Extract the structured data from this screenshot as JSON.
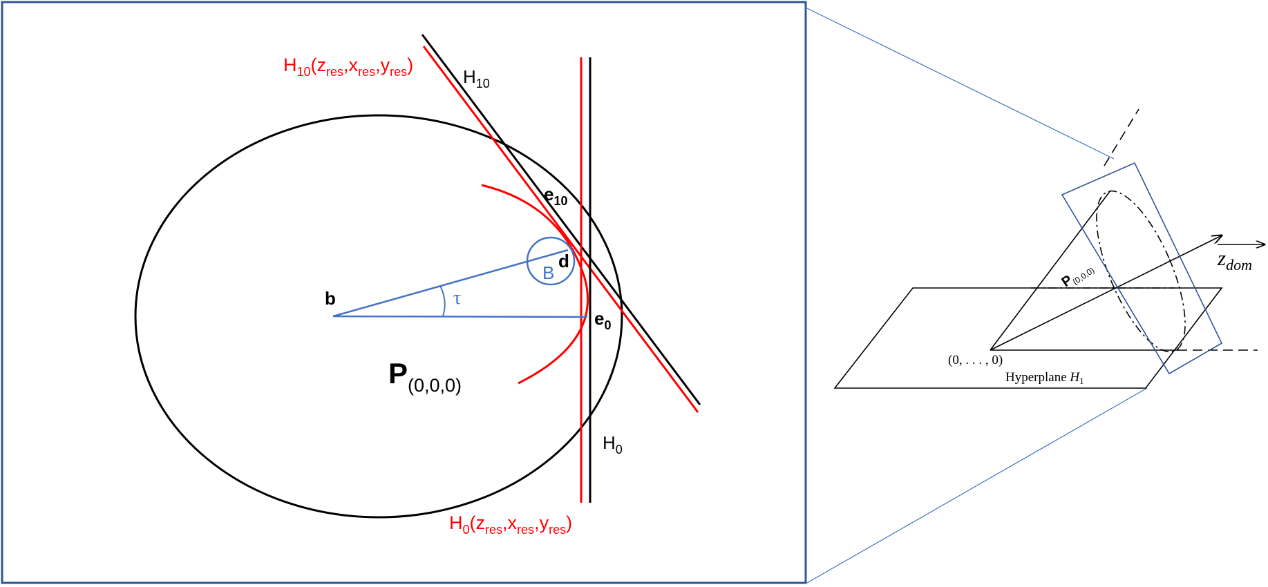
{
  "colors": {
    "frame": "#2f5597",
    "connector": "#4472c4",
    "ellipse": "#000000",
    "red": "#ff0000",
    "blue_annotation": "#4472c4",
    "black": "#000000"
  },
  "left_panel": {
    "label_b": "b",
    "label_d": "d",
    "label_e0": "e",
    "label_e0_sub": "0",
    "label_e10": "e",
    "label_e10_sub": "10",
    "label_B": "B",
    "label_tau": "τ",
    "label_P": "P",
    "label_P_sub": "(0,0,0)",
    "label_H0": "H",
    "label_H0_sub": "0",
    "label_H10": "H",
    "label_H10_sub": "10",
    "red_H10": {
      "base": "H",
      "sub1": "10",
      "open": "(z",
      "sub_z": "res",
      "comma1": ",x",
      "sub_x": "res",
      "comma2": ",y",
      "sub_y": "res",
      "close": ")"
    },
    "red_H0": {
      "base": "H",
      "sub1": "0",
      "open": "(z",
      "sub_z": "res",
      "comma1": ",x",
      "sub_x": "res",
      "comma2": ",y",
      "sub_y": "res",
      "close": ")"
    }
  },
  "right_panel": {
    "label_P": "P",
    "label_P_sub": "(0,0,0)",
    "label_origin": "(0, . . . , 0)",
    "label_hyperplane": "Hyperplane ",
    "label_hyperplane_H": "H",
    "label_hyperplane_sub": "1",
    "label_zdom": "z",
    "label_zdom_sub": "dom"
  }
}
